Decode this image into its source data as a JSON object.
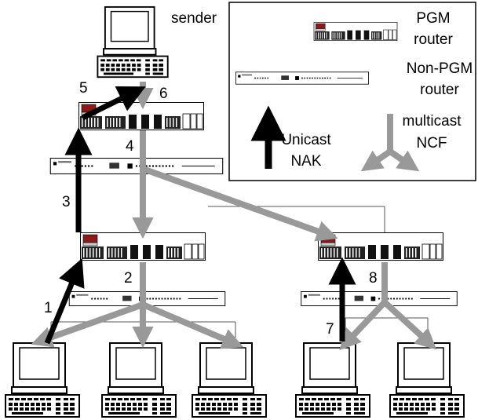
{
  "labels": {
    "sender": "sender",
    "steps": [
      "1",
      "2",
      "3",
      "4",
      "5",
      "6",
      "7",
      "8"
    ]
  },
  "legend": {
    "pgm_router_line1": "PGM",
    "pgm_router_line2": "router",
    "nonpgm_router_line1": "Non-PGM",
    "nonpgm_router_line2": "router",
    "unicast_line1": "Unicast",
    "unicast_line2": "NAK",
    "multicast_line1": "multicast",
    "multicast_line2": "NCF"
  },
  "colors": {
    "unicast_nak": "#000000",
    "multicast_ncf": "#999999",
    "thin_line": "#555555"
  },
  "icons": [
    "computer-icon",
    "pgm-router-icon",
    "non-pgm-router-icon"
  ]
}
